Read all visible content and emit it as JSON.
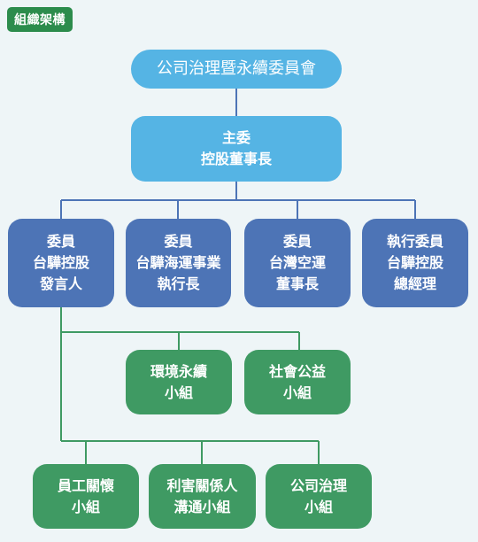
{
  "header": {
    "tag": "組織架構"
  },
  "committee": {
    "name": "公司治理暨永續委員會"
  },
  "chair": {
    "role": "主委",
    "title": "控股董事長"
  },
  "members": [
    {
      "role": "委員",
      "line1": "台驊控股",
      "line2": "發言人"
    },
    {
      "role": "委員",
      "line1": "台驊海運事業",
      "line2": "執行長"
    },
    {
      "role": "委員",
      "line1": "台灣空運",
      "line2": "董事長"
    },
    {
      "role": "執行委員",
      "line1": "台驊控股",
      "line2": "總經理"
    }
  ],
  "groups_row1": [
    {
      "line1": "環境永續",
      "line2": "小組"
    },
    {
      "line1": "社會公益",
      "line2": "小組"
    }
  ],
  "groups_row2": [
    {
      "line1": "員工關懷",
      "line2": "小組"
    },
    {
      "line1": "利害關係人",
      "line2": "溝通小組"
    },
    {
      "line1": "公司治理",
      "line2": "小組"
    }
  ],
  "colors": {
    "header_green": "#2c8c4c",
    "top_blue": "#55b4e4",
    "member_blue": "#4d74b6",
    "group_green": "#3f9a63",
    "connector": "#4d74b6",
    "connector_green": "#3f9a63"
  }
}
